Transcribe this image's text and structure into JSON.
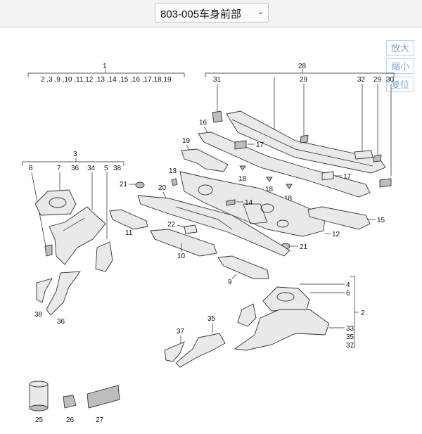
{
  "header": {
    "selector_label": "803-005车身前部",
    "chevron_icon": "chevron-down-icon"
  },
  "zoom": {
    "zoom_in_label": "放大",
    "zoom_out_label": "缩小",
    "reset_label": "复位"
  },
  "callouts": {
    "group1": {
      "number": "1",
      "list": "2 ,3 ,9 ,10 ,11,12 ,13 ,14 ,15 ,16 ,17,18,19"
    },
    "group28": "28",
    "group3": "3",
    "group2": "2",
    "n31": "31",
    "n29a": "29",
    "n32": "32",
    "n29b": "29",
    "n30": "30",
    "n16": "16",
    "n17a": "17",
    "n19": "19",
    "n13": "13",
    "n18a": "18",
    "n18b": "18",
    "n18c": "18",
    "n17b": "17",
    "n21a": "21",
    "n20": "20",
    "n14": "14",
    "n15": "15",
    "n12": "12",
    "n22": "22",
    "n21b": "21",
    "n11": "11",
    "n10": "10",
    "n9": "9",
    "n8": "8",
    "n7": "7",
    "n36a": "36",
    "n34": "34",
    "n5": "5",
    "n38a": "38",
    "n38b": "38",
    "n36b": "36",
    "n4": "4",
    "n6": "6",
    "n33": "33",
    "n35a": "35",
    "n37a": "37",
    "n37b": "37",
    "n35b": "35",
    "n25": "25",
    "n26": "26",
    "n27": "27"
  }
}
